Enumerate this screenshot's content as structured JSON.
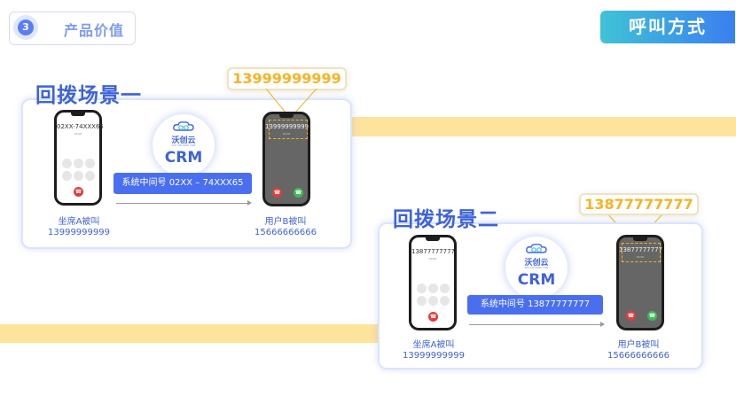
{
  "header": {
    "section_number": "3",
    "section_title": "产品价值"
  },
  "call_mode_label": "呼叫方式",
  "scenes": [
    {
      "title": "回拨场景一",
      "shown_number": "13999999999",
      "left_phone": {
        "number": "02XX-74XXX65",
        "sub": "00:00"
      },
      "right_phone": {
        "number": "13999999999",
        "sub": "00:00"
      },
      "crm": {
        "brand": "沃创云",
        "brand_en": "WO CHUANG YUN",
        "label": "CRM"
      },
      "relay": "系统中间号 02XX – 74XXX65",
      "agent_label": "坐席A被叫",
      "agent_number": "13999999999",
      "user_label": "用户B被叫",
      "user_number": "15666666666"
    },
    {
      "title": "回拨场景二",
      "shown_number": "13877777777",
      "left_phone": {
        "number": "13877777777",
        "sub": "00:00"
      },
      "right_phone": {
        "number": "13877777777",
        "sub": "00:00"
      },
      "crm": {
        "brand": "沃创云",
        "brand_en": "WO CHUANG YUN",
        "label": "CRM"
      },
      "relay": "系统中间号 13877777777",
      "agent_label": "坐席A被叫",
      "agent_number": "13999999999",
      "user_label": "用户B被叫",
      "user_number": "15666666666"
    }
  ],
  "colors": {
    "accent": "#3e63d9",
    "highlight": "#f6b324",
    "stripe": "#fde39c"
  }
}
